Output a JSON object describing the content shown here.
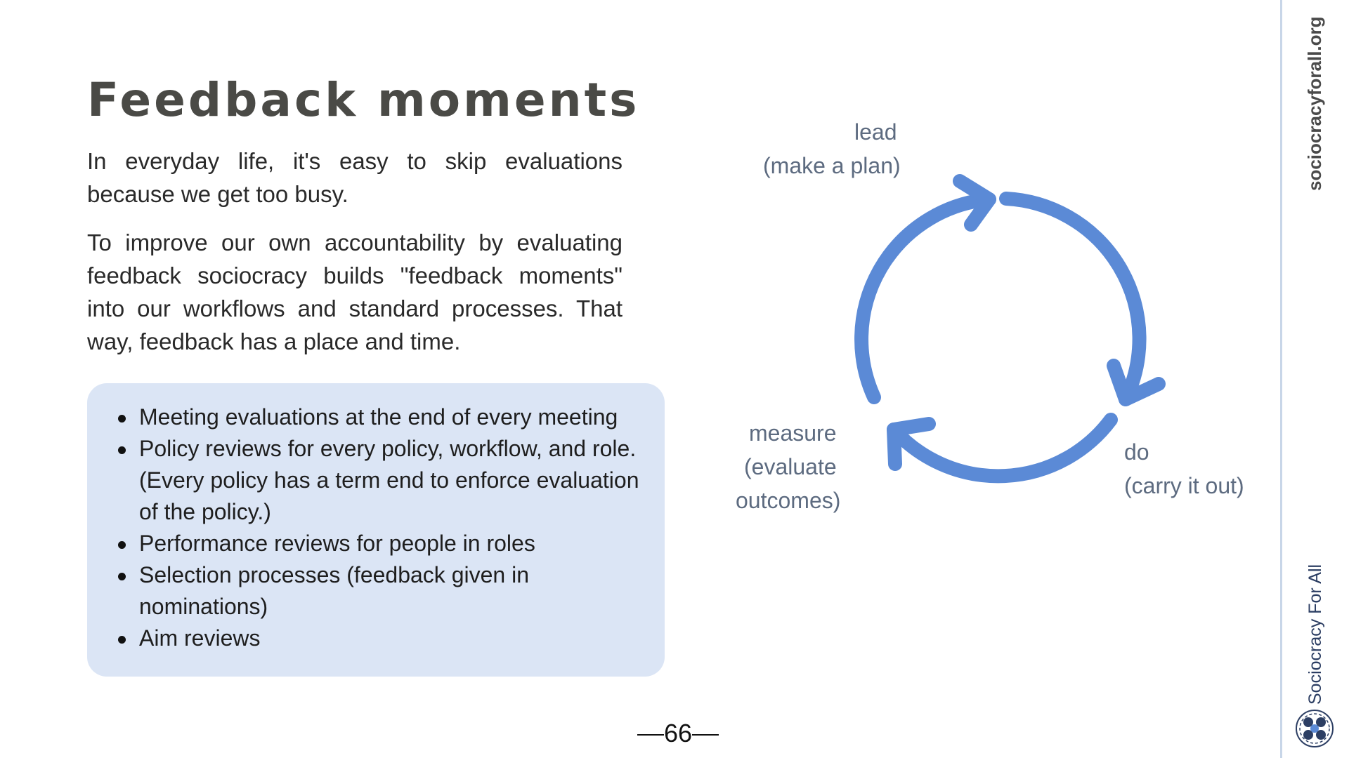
{
  "title": "Feedback moments",
  "paragraphs": [
    "In everyday life, it's easy to skip evaluations because we get too busy.",
    "To improve our own accountability by evaluating feedback sociocracy builds \"feedback moments\" into our workflows and standard processes. That way, feedback has a place and time."
  ],
  "box": {
    "items": [
      "Meeting evaluations at the end of every meeting",
      "Policy reviews for every policy, workflow, and role. (Every policy has a term end to enforce evaluation of the policy.)",
      "Performance reviews for people in roles",
      "Selection processes (feedback given in nominations)",
      "Aim reviews"
    ]
  },
  "cycle": {
    "lead": {
      "line1": "lead",
      "line2": "(make a plan)"
    },
    "do": {
      "line1": "do",
      "line2": "(carry it out)"
    },
    "measure": {
      "line1": "measure",
      "line2": "(evaluate",
      "line3": "outcomes)"
    },
    "arrow_color": "#5b8ad6"
  },
  "page_number": "66",
  "sidebar": {
    "url": "sociocracyforall.org",
    "brand": "Sociocracy For All"
  },
  "colors": {
    "box_background": "#dbe5f5",
    "sidebar_line": "#c8d6e8",
    "label_text": "#5d6b80"
  }
}
